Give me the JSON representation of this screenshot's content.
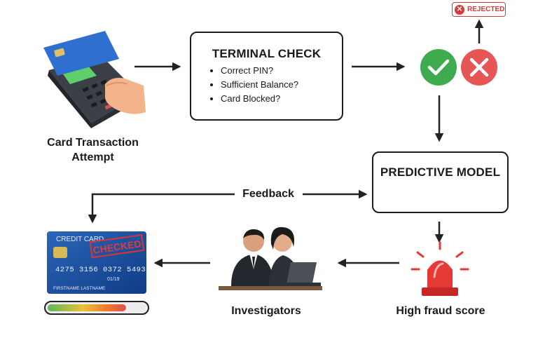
{
  "card_transaction": {
    "label_line1": "Card Transaction",
    "label_line2": "Attempt"
  },
  "terminal_check": {
    "title": "TERMINAL CHECK",
    "items": [
      "Correct PIN?",
      "Sufficient Balance?",
      "Card Blocked?"
    ]
  },
  "rejected_badge": {
    "text": "REJECTED",
    "icon": "x-circle-icon"
  },
  "predictive_model": {
    "title": "PREDICTIVE MODEL",
    "risk_bar_colors": [
      "#5cb85c",
      "#f0b429",
      "#ef7b2a",
      "#d9534f"
    ]
  },
  "feedback": {
    "label": "Feedback"
  },
  "high_fraud_score": {
    "label": "High fraud score",
    "icon": "alarm-siren-icon"
  },
  "investigators": {
    "label": "Investigators"
  },
  "credit_card": {
    "header": "CREDIT CARD",
    "stamp": "CHECKED",
    "number": "4275 3156 0372 5493",
    "expiry": "01/19",
    "holder": "FIRSTNAME LASTNAME",
    "score_fill": 0.8
  },
  "colors": {
    "approve": "#3dab4e",
    "reject": "#e85555",
    "arrow": "#222222"
  }
}
